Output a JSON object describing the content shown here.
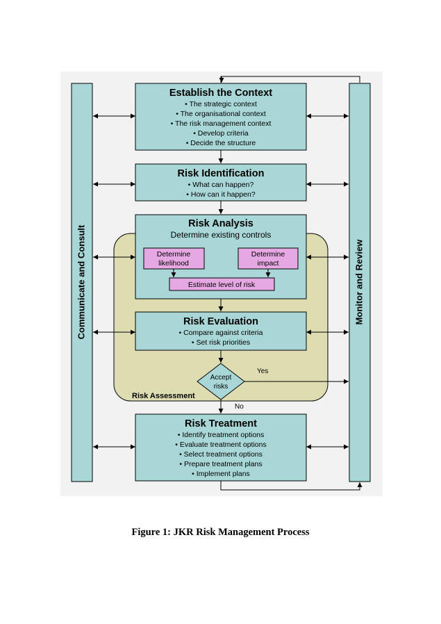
{
  "diagram": {
    "side_panels": {
      "left": "Communicate and Consult",
      "right": "Monitor and Review"
    },
    "assessment_label": "Risk Assessment",
    "boxes": {
      "context": {
        "title": "Establish the Context",
        "items": [
          "• The strategic context",
          "• The organisational context",
          "• The risk management context",
          "• Develop criteria",
          "• Decide the structure"
        ]
      },
      "identification": {
        "title": "Risk Identification",
        "items": [
          "• What can happen?",
          "• How can it happen?"
        ]
      },
      "analysis": {
        "title": "Risk Analysis",
        "subtitle": "Determine existing controls",
        "likelihood": [
          "Determine",
          "likelihood"
        ],
        "impact": [
          "Determine",
          "impact"
        ],
        "estimate": "Estimate level of risk"
      },
      "evaluation": {
        "title": "Risk Evaluation",
        "items": [
          "• Compare against criteria",
          "• Set risk priorities"
        ]
      },
      "treatment": {
        "title": "Risk Treatment",
        "items": [
          "• Identify treatment options",
          "• Evaluate treatment options",
          "• Select treatment options",
          "• Prepare treatment plans",
          "• Implement plans"
        ]
      }
    },
    "decision": {
      "label": [
        "Accept",
        "risks"
      ],
      "yes_label": "Yes",
      "no_label": "No"
    },
    "colors": {
      "box_fill": "#a9d6d6",
      "pink_fill": "#e6a8e3",
      "assessment_fill": "#deddb2",
      "background": "#f2f2f2"
    }
  },
  "caption": "Figure 1: JKR Risk Management Process"
}
